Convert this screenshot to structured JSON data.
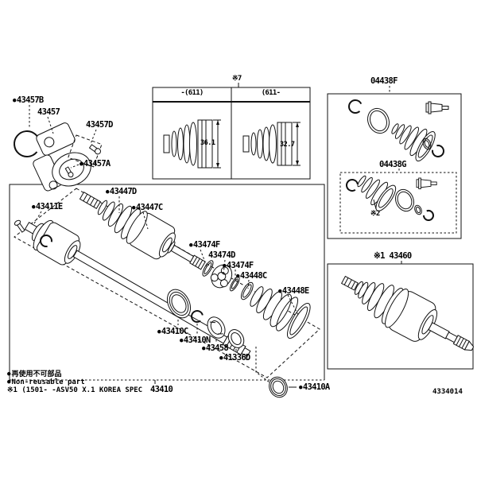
{
  "legend": {
    "nonreusable_mark": "●",
    "line_jp": "再使用不可部品",
    "line_en": "Non-reusable part",
    "line_note": "※1 (1501-      -ASV50 X.1  KOREA SPEC"
  },
  "figure_code": "4334014",
  "boot_table": {
    "note": "※7",
    "columns": [
      {
        "header": "-(611)",
        "dimension": "36.1"
      },
      {
        "header": "(611-",
        "dimension": "32.7"
      }
    ]
  },
  "kits": {
    "outer_label": "04438F",
    "inner_label": "04438G",
    "inner_note": "※2"
  },
  "right_assembly": {
    "label": "※1 43460"
  },
  "parts": {
    "b43457B": "43457B",
    "n43457": "43457",
    "n43457D": "43457D",
    "b43457A": "43457A",
    "b43411E": "43411E",
    "b43447D": "43447D",
    "b43447C": "43447C",
    "b43474F": "43474F",
    "n43474D": "43474D",
    "b43448C": "43448C",
    "b43448E": "43448E",
    "b43410C": "43410C",
    "b43410N": "43410N",
    "b43458": "43458",
    "b41336D": "41336D",
    "n43410": "43410",
    "b43410A": "43410A"
  }
}
